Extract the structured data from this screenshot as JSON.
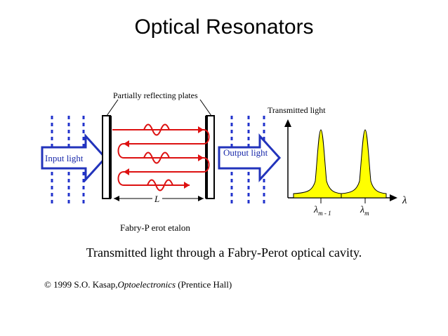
{
  "title": "Optical Resonators",
  "labels": {
    "plates": "Partially reflecting plates",
    "input": "Input light",
    "output": "Output light",
    "length": "L",
    "etalon": "Fabry-P erot  etalon",
    "transmitted": "Transmitted light",
    "lambda": "λ",
    "lambda_m1_base": "λ",
    "lambda_m1_sub": "m - 1",
    "lambda_m_base": "λ",
    "lambda_m_sub": "m"
  },
  "caption": "Transmitted light through a Fabry-Perot optical cavity.",
  "credit": {
    "prefix": "© 1999 S.O. Kasap,",
    "book": "Optoelectronics",
    "suffix": " (Prentice Hall)"
  },
  "colors": {
    "beam": "#dd1111",
    "arrow_fill": "#ffffff",
    "arrow_stroke": "#2233bb",
    "arrow_text": "#1a2aaa",
    "dashed": "#2233cc",
    "peak_fill": "#ffff00",
    "plate": "#000000"
  }
}
